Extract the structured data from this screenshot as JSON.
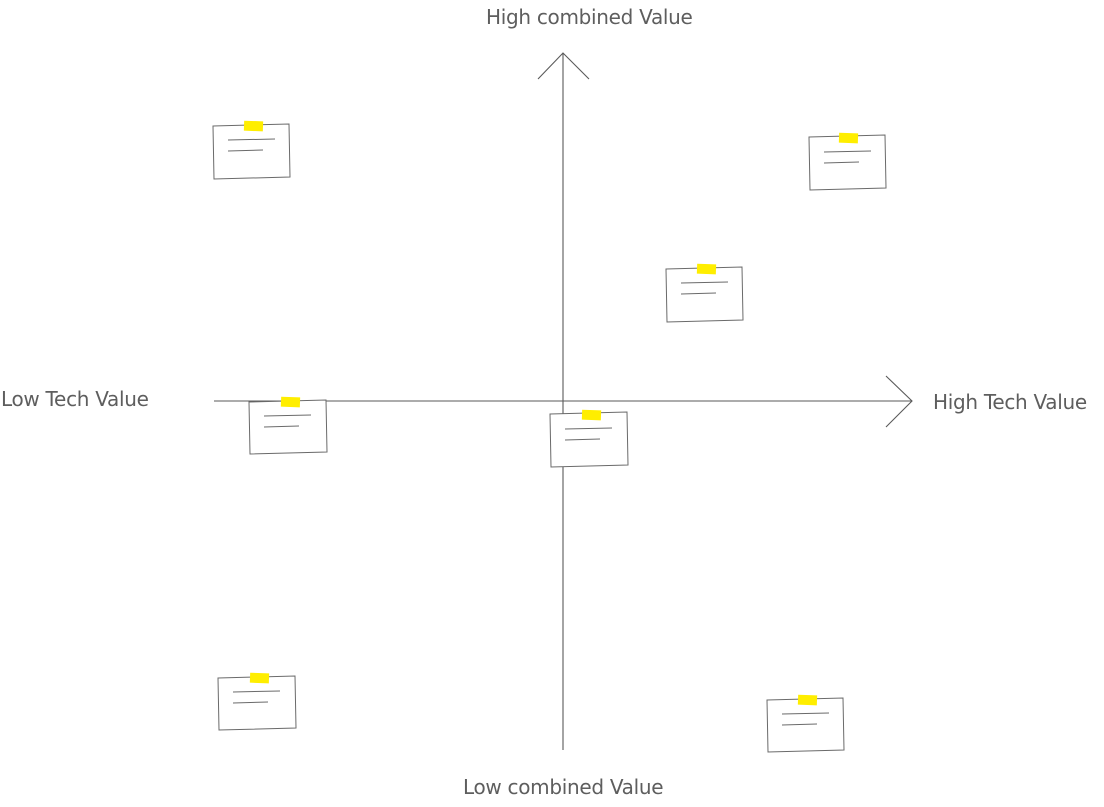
{
  "diagram": {
    "type": "quadrant-matrix",
    "labels": {
      "y_high": "High combined Value",
      "y_low": "Low combined Value",
      "x_low": "Low Tech Value",
      "x_high": "High Tech Value"
    },
    "note_count": 7,
    "colors": {
      "axis": "#5a5a5a",
      "note_border": "#6a6a6a",
      "note_lines": "#6a6a6a",
      "tape": "#ffee00",
      "label_text": "#5e5e5e"
    },
    "icons": [
      "sticky-note-icon",
      "tape-icon",
      "arrow-head-icon"
    ]
  }
}
